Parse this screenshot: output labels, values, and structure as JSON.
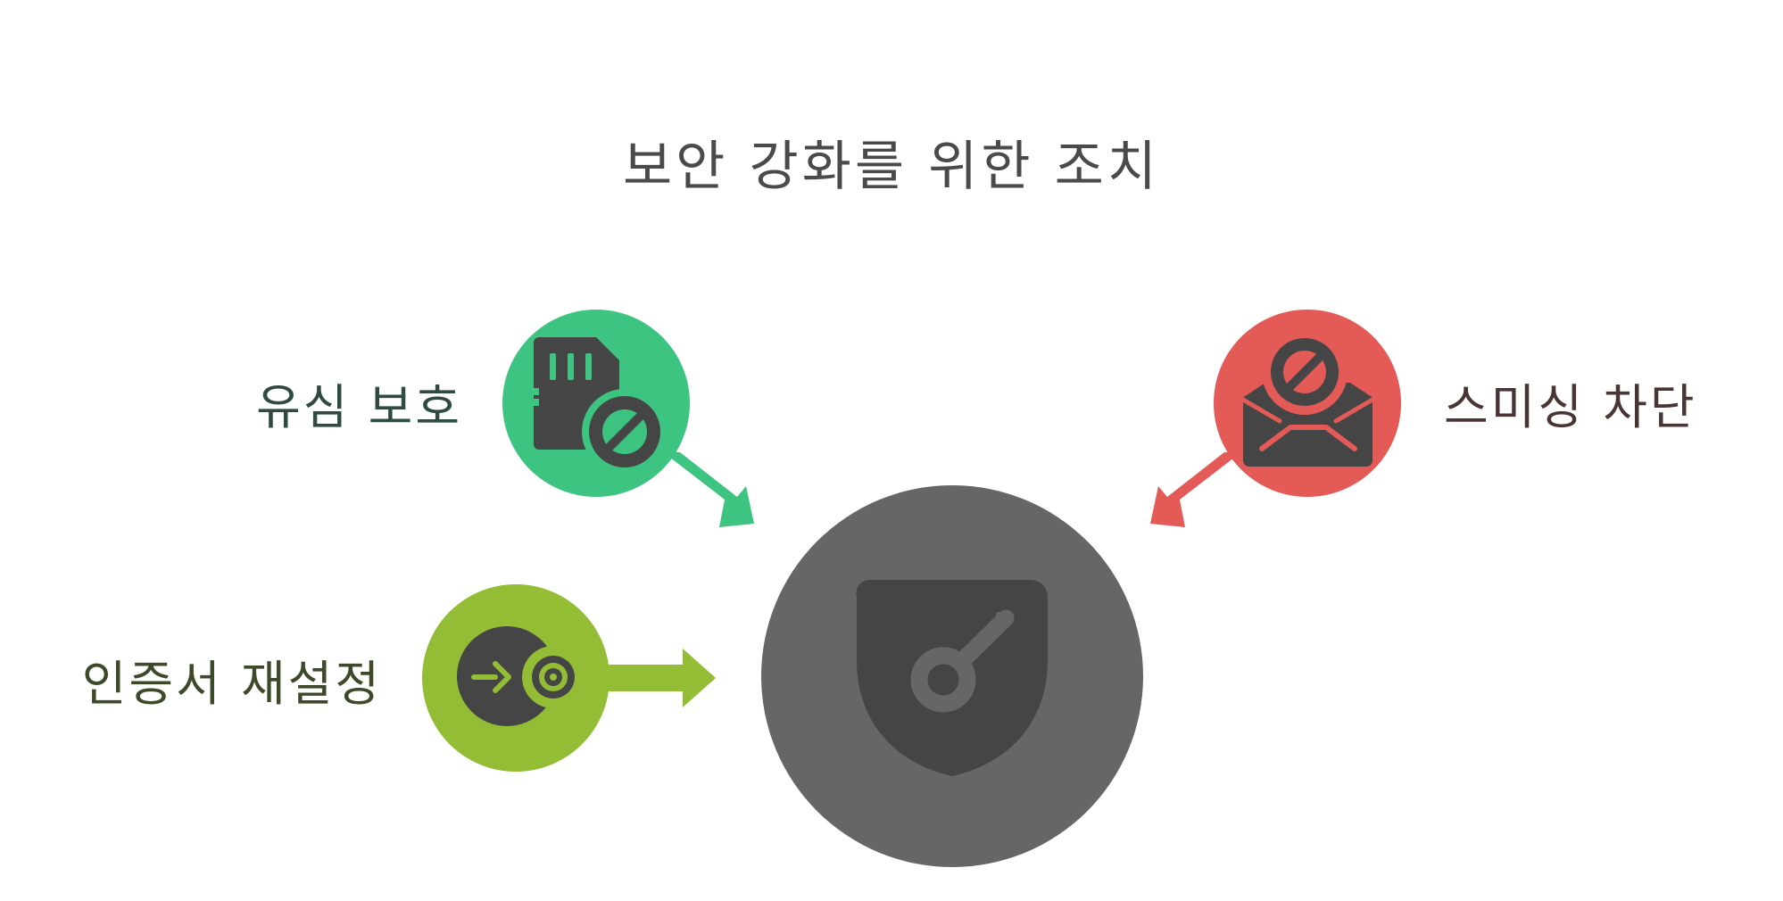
{
  "title": "보안 강화를 위한 조치",
  "nodes": {
    "center": {
      "color": "#666666",
      "icon": "shield-key-icon"
    },
    "sim_protection": {
      "label": "유심 보호",
      "color": "#3ec481",
      "icon": "sim-card-blocked-icon"
    },
    "cert_reset": {
      "label": "인증서 재설정",
      "color": "#92bd35",
      "icon": "certificate-reset-icon"
    },
    "smishing_block": {
      "label": "스미싱 차단",
      "color": "#e35a56",
      "icon": "envelope-blocked-icon"
    }
  },
  "colors": {
    "icon_dark": "#454545",
    "title_text": "#4a4a4a"
  }
}
